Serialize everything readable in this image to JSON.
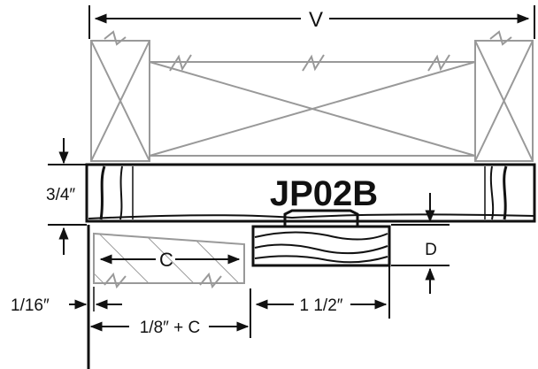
{
  "diagram": {
    "title": "JP02B",
    "labels": {
      "width_v": "V",
      "thickness": "3/4″",
      "gap": "1/16″",
      "depth_d": "D",
      "c_inner": "C",
      "c_plus": "1/8″ + C",
      "joist_width": "1 1/2″"
    }
  }
}
